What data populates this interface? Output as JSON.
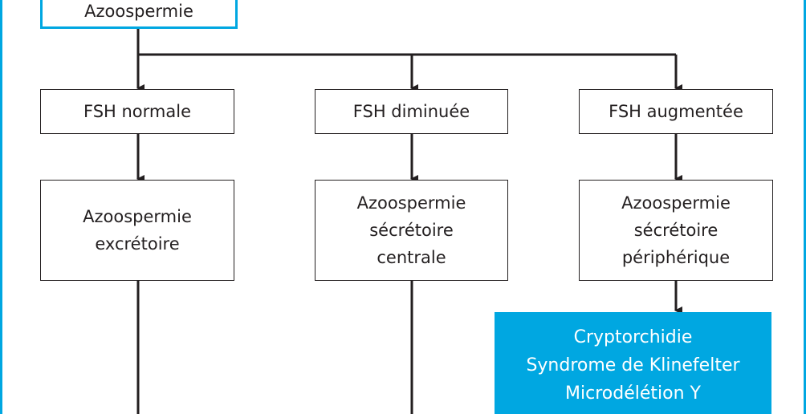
{
  "colors": {
    "accent": "#00a7e1",
    "stroke": "#231f20",
    "background": "#ffffff"
  },
  "root": {
    "label": "Azoospermie"
  },
  "level1": [
    {
      "label": "FSH normale"
    },
    {
      "label": "FSH diminuée"
    },
    {
      "label": "FSH augmentée"
    }
  ],
  "level2": [
    {
      "lines": [
        "Azoospermie",
        "excrétoire"
      ]
    },
    {
      "lines": [
        "Azoospermie",
        "sécrétoire",
        "centrale"
      ]
    },
    {
      "lines": [
        "Azoospermie",
        "sécrétoire",
        "périphérique"
      ]
    }
  ],
  "causes": {
    "lines": [
      "Cryptorchidie",
      "Syndrome de Klinefelter",
      "Microdélétion Y"
    ]
  }
}
